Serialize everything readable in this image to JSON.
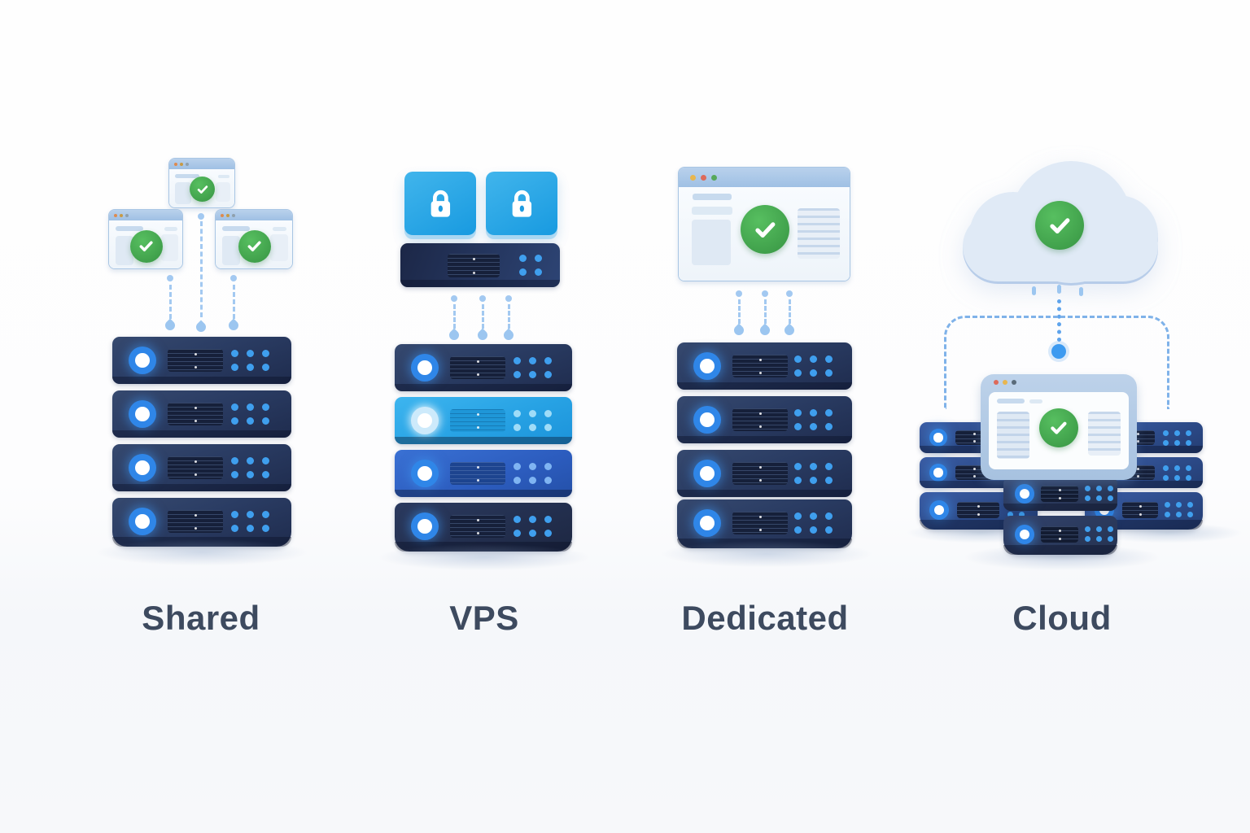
{
  "figure": {
    "kind": "hosting-types-comparison-illustration",
    "background": "#fdfdfe"
  },
  "columns": [
    {
      "id": "shared",
      "label": "Shared",
      "top_graphic": "three-browser-windows-with-check",
      "window_count": 3,
      "server_units": 4,
      "connector": "dashed-lines"
    },
    {
      "id": "vps",
      "label": "VPS",
      "top_graphic": "two-lock-cards-and-host-server-bar",
      "lock_count": 2,
      "server_units": 4,
      "highlighted_units": [
        2,
        3
      ],
      "connector": "dashed-lines"
    },
    {
      "id": "dedicated",
      "label": "Dedicated",
      "top_graphic": "browser-window-with-check",
      "window_count": 1,
      "server_units": 4,
      "connector": "dashed-lines"
    },
    {
      "id": "cloud",
      "label": "Cloud",
      "top_graphic": "cloud-with-check",
      "middle_graphic": "monitor-window-with-check",
      "server_stacks": 3,
      "server_units_per_stack": [
        3,
        2,
        3
      ],
      "connector": "dotted-line-with-dashed-branch"
    }
  ],
  "icons": {
    "check": "✓",
    "lock": "padlock",
    "cloud": "cloud",
    "led": "power-led",
    "status_dots": "indicator-dots",
    "window_controls": "traffic-dots"
  },
  "colors": {
    "label_text": "#3d4a5f",
    "check_green": "#47a84f",
    "lock_card_blue": "#2aa7e8",
    "server_navy": "#2a3c63",
    "server_cyan_highlight": "#27a2e4",
    "server_blue_highlight": "#2c5cbe",
    "cloud_fill": "#e0eaf6",
    "dash_light_blue": "#a3c9f1",
    "branch_blue": "#7fb2e9",
    "junction_dot_blue": "#3d9af0",
    "led_blue": "#2f86e8",
    "status_dot_blue": "#3f9fee",
    "window_header_blue": "#a9c6e6",
    "traffic_yellow": "#e8b64f",
    "traffic_red": "#dd6a5a",
    "traffic_green": "#57a85b"
  }
}
